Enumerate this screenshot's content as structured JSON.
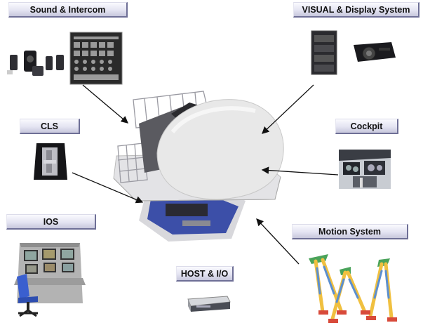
{
  "labels": {
    "sound_intercom": "Sound & Intercom",
    "visual_display": "VISUAL & Display System",
    "cls": "CLS",
    "cockpit": "Cockpit",
    "ios": "IOS",
    "motion_system": "Motion System",
    "host_io": "HOST & I/O"
  },
  "colors": {
    "label_shadow": "#6e6f96",
    "dome": "#e8e8e8",
    "motion_base": "#3c4fa8",
    "arrow": "#111111"
  }
}
